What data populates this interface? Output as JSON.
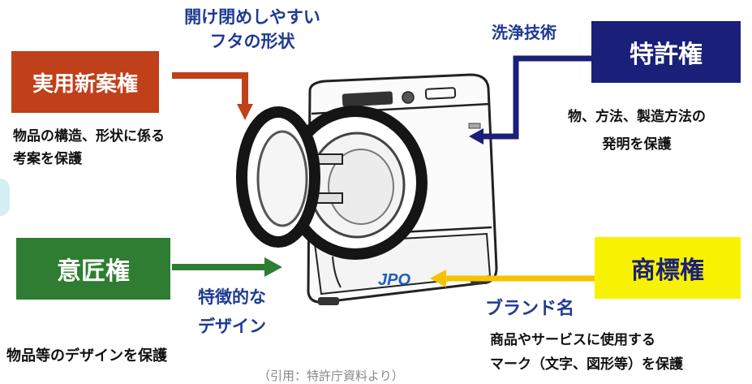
{
  "boxes": {
    "utility_model": {
      "label": "実用新案権",
      "color": "#c0401a"
    },
    "patent": {
      "label": "特許権",
      "color": "#1a1f7a"
    },
    "design": {
      "label": "意匠権",
      "color": "#2e7d32"
    },
    "trademark": {
      "label": "商標権",
      "color": "#f7f200"
    }
  },
  "examples": {
    "lid_line1": "開け閉めしやすい",
    "lid_line2": "フタの形状",
    "washing_tech": "洗浄技術",
    "design_feature_line1": "特徴的な",
    "design_feature_line2": "デザイン",
    "brand_name": "ブランド名",
    "machine_logo": "JPO"
  },
  "descriptions": {
    "utility_model_line1": "物品の構造、形状に係る",
    "utility_model_line2": "考案を保護",
    "patent_line1": "物、方法、製造方法の",
    "patent_line2": "発明を保護",
    "design": "物品等のデザインを保護",
    "trademark_line1": "商品やサービスに使用する",
    "trademark_line2": "マーク（文字、図形等）を保護"
  },
  "source_note": "（引用：特許庁資料より）",
  "colors": {
    "text_blue": "#1f3a93",
    "arrow_red": "#c0401a",
    "arrow_blue": "#1a1f7a",
    "arrow_green": "#2e7d32",
    "arrow_yellow": "#f5c400"
  }
}
